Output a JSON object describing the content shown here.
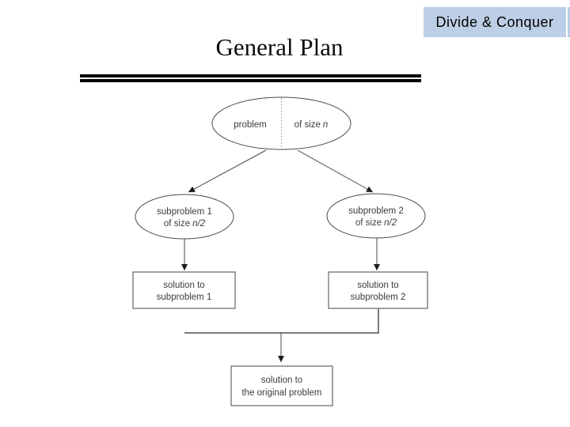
{
  "slide": {
    "corner_tag": {
      "label": "Divide & Conquer",
      "bg_color": "#bccfe6"
    },
    "title": "General Plan"
  },
  "diagram": {
    "problem_node": {
      "label": "problem",
      "size_text": "of size",
      "size_var": "n"
    },
    "subproblem1_node": {
      "name": "subproblem 1",
      "size_text": "of size",
      "size_var": "n/2"
    },
    "subproblem2_node": {
      "name": "subproblem 2",
      "size_text": "of size",
      "size_var": "n/2"
    },
    "solution1_box": {
      "line1": "solution to",
      "line2": "subproblem 1"
    },
    "solution2_box": {
      "line1": "solution to",
      "line2": "subproblem 2"
    },
    "final_box": {
      "line1": "solution to",
      "line2": "the original problem"
    }
  },
  "colors": {
    "accent_blue": "#bccfe6",
    "line_gray": "#4a4a4a",
    "box_border_gray": "#707070",
    "text_gray": "#3b3b3b"
  }
}
